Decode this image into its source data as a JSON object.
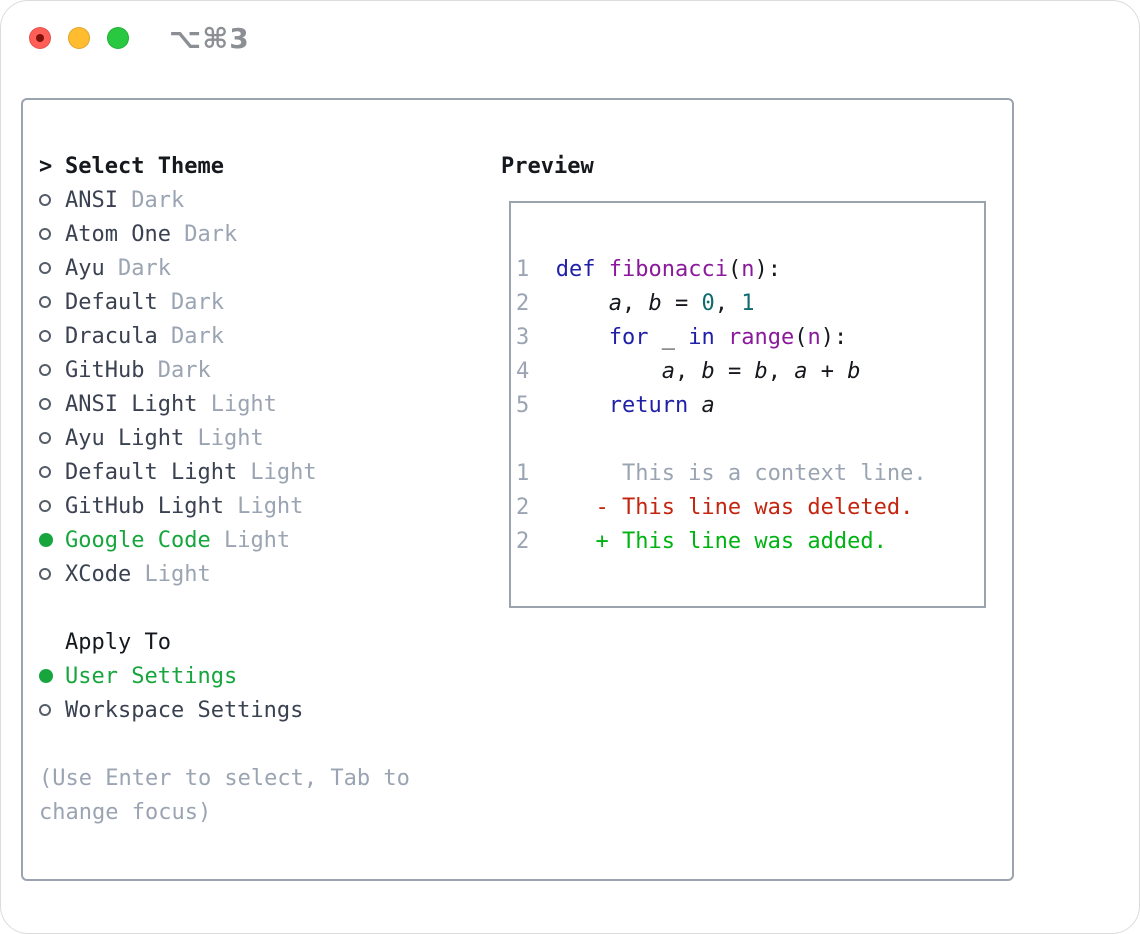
{
  "window": {
    "title": "⌥⌘3"
  },
  "colors": {
    "accent_green": "#17a63d",
    "muted_gray": "#9aa4b2",
    "text_dark": "#3a4150",
    "text_black": "#15181d",
    "panel_border": "#9aa3ae",
    "keyword_blue": "#1f1fa8",
    "function_purple": "#8a1a9b",
    "number_teal": "#0f6b6e",
    "diff_deleted_red": "#c3250f",
    "diff_added_green": "#00b312",
    "traffic_red": "#ff5f57",
    "traffic_yellow": "#febc2e",
    "traffic_green": "#28c840"
  },
  "theme_panel": {
    "header_prompt": ">",
    "header_label": "Select Theme",
    "themes": [
      {
        "name": "ANSI",
        "variant": "Dark",
        "selected": false
      },
      {
        "name": "Atom One",
        "variant": "Dark",
        "selected": false
      },
      {
        "name": "Ayu",
        "variant": "Dark",
        "selected": false
      },
      {
        "name": "Default",
        "variant": "Dark",
        "selected": false
      },
      {
        "name": "Dracula",
        "variant": "Dark",
        "selected": false
      },
      {
        "name": "GitHub",
        "variant": "Dark",
        "selected": false
      },
      {
        "name": "ANSI Light",
        "variant": "Light",
        "selected": false
      },
      {
        "name": "Ayu Light",
        "variant": "Light",
        "selected": false
      },
      {
        "name": "Default Light",
        "variant": "Light",
        "selected": false
      },
      {
        "name": "GitHub Light",
        "variant": "Light",
        "selected": false
      },
      {
        "name": "Google Code",
        "variant": "Light",
        "selected": true
      },
      {
        "name": "XCode",
        "variant": "Light",
        "selected": false
      }
    ],
    "apply_to_label": "Apply To",
    "apply_options": [
      {
        "label": "User Settings",
        "selected": true
      },
      {
        "label": "Workspace Settings",
        "selected": false
      }
    ],
    "hint_lines": [
      "(Use Enter to select, Tab to",
      "change focus)"
    ]
  },
  "preview": {
    "label": "Preview",
    "code_lines": [
      {
        "num": "1",
        "tokens": [
          [
            "def",
            "kw"
          ],
          [
            " ",
            "pl"
          ],
          [
            "fibonacci",
            "fn"
          ],
          [
            "(",
            "pl"
          ],
          [
            "n",
            "fn"
          ],
          [
            "):",
            "pl"
          ]
        ]
      },
      {
        "num": "2",
        "tokens": [
          [
            "    ",
            "pl"
          ],
          [
            "a",
            "var"
          ],
          [
            ", ",
            "pl"
          ],
          [
            "b",
            "var"
          ],
          [
            " = ",
            "pl"
          ],
          [
            "0",
            "num"
          ],
          [
            ", ",
            "pl"
          ],
          [
            "1",
            "num"
          ]
        ]
      },
      {
        "num": "3",
        "tokens": [
          [
            "    ",
            "pl"
          ],
          [
            "for",
            "kw"
          ],
          [
            " ",
            "pl"
          ],
          [
            "_",
            "var"
          ],
          [
            " ",
            "pl"
          ],
          [
            "in",
            "kw"
          ],
          [
            " ",
            "pl"
          ],
          [
            "range",
            "fn"
          ],
          [
            "(",
            "pl"
          ],
          [
            "n",
            "fn"
          ],
          [
            "):",
            "pl"
          ]
        ]
      },
      {
        "num": "4",
        "tokens": [
          [
            "        ",
            "pl"
          ],
          [
            "a",
            "var"
          ],
          [
            ", ",
            "pl"
          ],
          [
            "b",
            "var"
          ],
          [
            " = ",
            "pl"
          ],
          [
            "b",
            "var"
          ],
          [
            ", ",
            "pl"
          ],
          [
            "a",
            "var"
          ],
          [
            " + ",
            "pl"
          ],
          [
            "b",
            "var"
          ]
        ]
      },
      {
        "num": "5",
        "tokens": [
          [
            "    ",
            "pl"
          ],
          [
            "return",
            "kw"
          ],
          [
            " ",
            "pl"
          ],
          [
            "a",
            "var"
          ]
        ]
      }
    ],
    "diff_lines": [
      {
        "num": "1",
        "marker": "",
        "text": "This is a context line.",
        "type": "context"
      },
      {
        "num": "2",
        "marker": "-",
        "text": "This line was deleted.",
        "type": "deleted"
      },
      {
        "num": "2",
        "marker": "+",
        "text": "This line was added.",
        "type": "added"
      }
    ]
  }
}
